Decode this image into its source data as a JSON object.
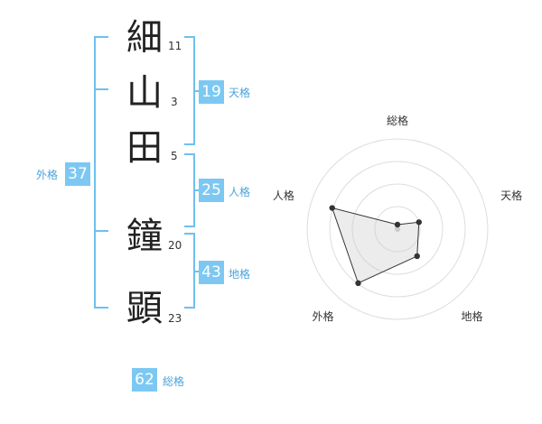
{
  "name_chars": [
    {
      "char": "細",
      "strokes": "11"
    },
    {
      "char": "山",
      "strokes": "3"
    },
    {
      "char": "田",
      "strokes": "5"
    },
    {
      "char": "鐘",
      "strokes": "20"
    },
    {
      "char": "顕",
      "strokes": "23"
    }
  ],
  "fortunes": {
    "tenkaku": {
      "value": "19",
      "label": "天格"
    },
    "jinkaku": {
      "value": "25",
      "label": "人格"
    },
    "chikaku": {
      "value": "43",
      "label": "地格"
    },
    "gaikaku": {
      "value": "37",
      "label": "外格"
    },
    "soukaku": {
      "value": "62",
      "label": "総格"
    }
  },
  "radar": {
    "axes": [
      "総格",
      "天格",
      "地格",
      "外格",
      "人格"
    ],
    "levels": 4,
    "values": [
      0.05,
      0.25,
      0.37,
      0.74,
      0.76
    ]
  },
  "colors": {
    "accent": "#7cc8f3",
    "bracket": "#6fc0ee"
  }
}
